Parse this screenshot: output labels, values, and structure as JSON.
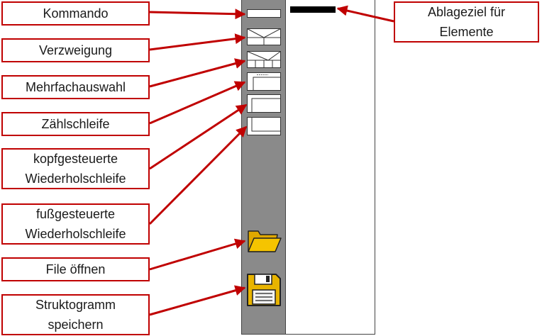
{
  "labels": {
    "kommando": "Kommando",
    "verzweigung": "Verzweigung",
    "mehrfachauswahl": "Mehrfachauswahl",
    "zaehlschleife": "Zählschleife",
    "kopfgesteuert_l1": "kopfgesteuerte",
    "kopfgesteuert_l2": "Wiederholschleife",
    "fussgesteuert_l1": "fußgesteuerte",
    "fussgesteuert_l2": "Wiederholschleife",
    "file_oeffnen": "File öffnen",
    "speichern_l1": "Struktogramm",
    "speichern_l2": "speichern",
    "ablageziel_l1": "Ablageziel für",
    "ablageziel_l2": "Elemente"
  },
  "colors": {
    "callout": "#c00000",
    "palette": "#8a8a8a",
    "folder": "#f5c400",
    "floppy": "#e8b400"
  },
  "icons": {
    "kommando": "command-block-icon",
    "verzweigung": "branch-block-icon",
    "mehrfachauswahl": "case-block-icon",
    "zaehlschleife": "for-loop-icon",
    "kopfgesteuert": "while-loop-icon",
    "fussgesteuert": "do-while-loop-icon",
    "open": "folder-open-icon",
    "save": "floppy-disk-icon"
  }
}
